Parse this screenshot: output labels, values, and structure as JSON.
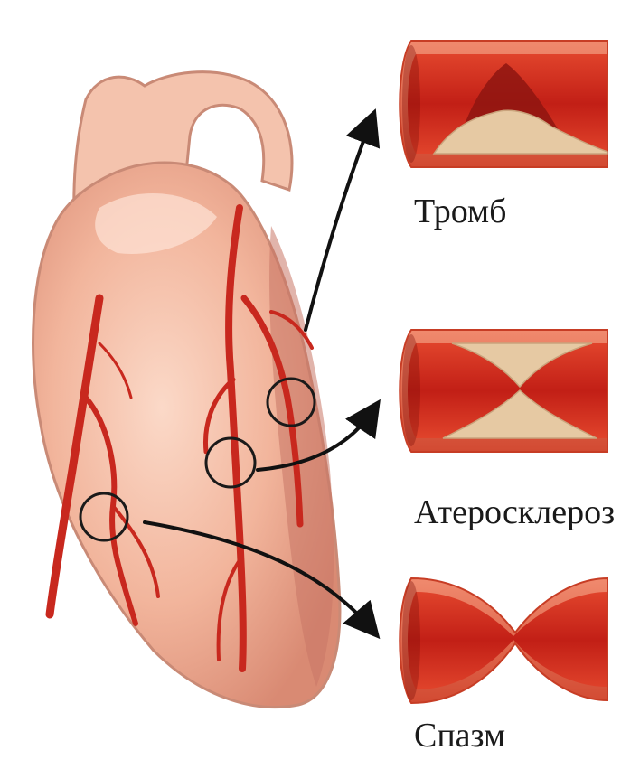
{
  "labels": {
    "thrombus": "Тромб",
    "atherosclerosis": "Атеросклероз",
    "spasm": "Спазм"
  },
  "colors": {
    "heart_light": "#f6c6b0",
    "heart_mid": "#eda48b",
    "heart_shadow": "#c97766",
    "artery": "#c8281e",
    "vessel_outer": "#d9361f",
    "vessel_inner": "#b91a12",
    "plaque": "#e6c9a3",
    "arrow": "#111111",
    "label_text": "#1a1a1a"
  }
}
